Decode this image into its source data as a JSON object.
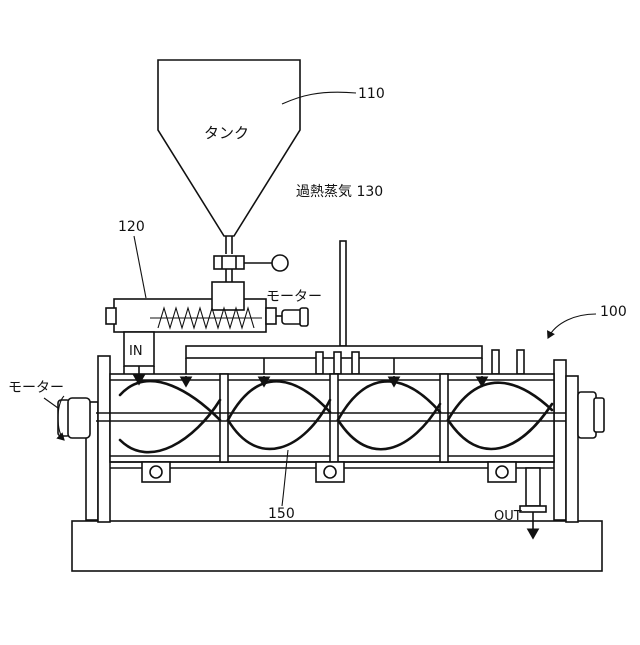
{
  "labels": {
    "tank": "タンク",
    "tank_ref": "110",
    "feeder_ref": "120",
    "steam": "過熱蒸気 130",
    "motor_top": "モーター",
    "motor_left": "モーター",
    "machine_ref": "100",
    "inlet": "IN",
    "screw_ref": "150",
    "outlet": "OUT"
  },
  "colors": {
    "line": "#111111",
    "background": "#ffffff"
  }
}
